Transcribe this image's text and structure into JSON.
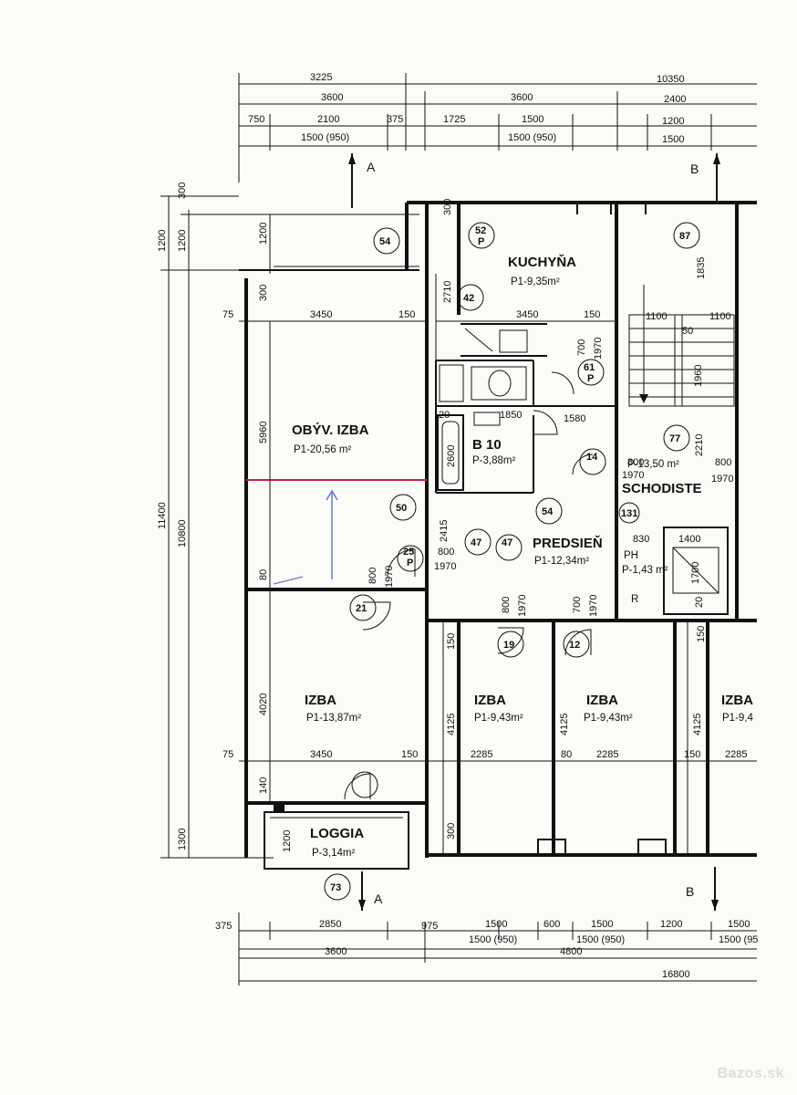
{
  "rooms": {
    "kuchyna": {
      "name": "KUCHYŇA",
      "area": "P1-9,35m²"
    },
    "obyv_izba": {
      "name": "OBÝV. IZBA",
      "area": "P1-20,56 m²"
    },
    "b10": {
      "name": "B 10",
      "area": "P-3,88m²"
    },
    "predsien": {
      "name": "PREDSIEŇ",
      "area": "P1-12,34m²"
    },
    "schodiste": {
      "name": "SCHODISTE",
      "area": "P-13,50 m²"
    },
    "izba1": {
      "name": "IZBA",
      "area": "P1-13,87m²"
    },
    "izba2": {
      "name": "IZBA",
      "area": "P1-9,43m²"
    },
    "izba3": {
      "name": "IZBA",
      "area": "P1-9,43m²"
    },
    "izba4": {
      "name": "IZBA",
      "area": "P1-9,4"
    },
    "loggia": {
      "name": "LOGGIA",
      "area": "P-3,14m²"
    },
    "ph": {
      "name": "PH",
      "area": "P-1,43 m²",
      "extra": "R"
    }
  },
  "section_marks": {
    "a": "A",
    "b": "B"
  },
  "circles": [
    "54",
    "52",
    "42",
    "87",
    "61",
    "77",
    "14",
    "50",
    "54",
    "47",
    "25",
    "21",
    "19",
    "12",
    "73",
    "131"
  ],
  "circle_sub": "P",
  "top_dims": {
    "row1": [
      "3225",
      "10350"
    ],
    "row2": [
      "3600",
      "3600",
      "2400"
    ],
    "row3": [
      "750",
      "2100",
      "375",
      "1725",
      "1500",
      "1200"
    ],
    "row4": [
      "1500 (950)",
      "1500 (950)",
      "1500"
    ]
  },
  "bottom_dims": {
    "row1": [
      "375",
      "2850",
      "975",
      "1500",
      "600",
      "1500",
      "1200",
      "1500"
    ],
    "row2": [
      "1500 (950)",
      "1500 (950)",
      "1500 (95"
    ],
    "row3": [
      "3600",
      "4800"
    ],
    "row4": [
      "16800"
    ]
  },
  "left_dims": {
    "outer": [
      "11400",
      "10800",
      "1200",
      "1200",
      "1300",
      "300"
    ],
    "inner": [
      "1200",
      "300",
      "5960",
      "80",
      "4020",
      "140",
      "1200",
      "75",
      "75"
    ]
  },
  "interior_dims": [
    "3450",
    "150",
    "3450",
    "150",
    "2710",
    "300",
    "700",
    "1970",
    "1100",
    "1100",
    "1835",
    "50",
    "1960",
    "20",
    "1850",
    "1580",
    "2600",
    "800",
    "1970",
    "2210",
    "800",
    "1970",
    "800",
    "1970",
    "800",
    "1970",
    "2415",
    "830",
    "1400",
    "1700",
    "20",
    "800",
    "1970",
    "700",
    "1970",
    "150",
    "150",
    "4125",
    "4125",
    "4125",
    "2285",
    "80",
    "2285",
    "150",
    "2285",
    "3450",
    "150",
    "300",
    "800",
    "1970",
    "700",
    "1970"
  ],
  "watermark": "Bazos.sk"
}
